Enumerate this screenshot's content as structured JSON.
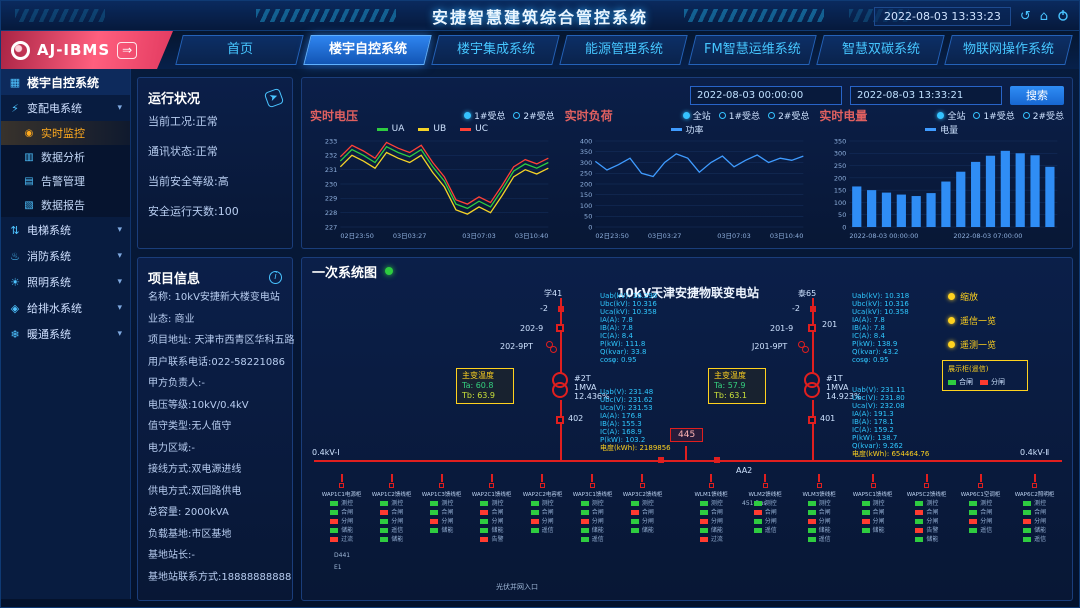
{
  "header": {
    "title": "安捷智慧建筑综合管控系统",
    "datetime": "2022-08-03 13:33:23"
  },
  "nav": {
    "logo": "AJ-IBMS",
    "logo_arrow": "⇒",
    "tabs": [
      {
        "label": "首页",
        "active": false
      },
      {
        "label": "楼宇自控系统",
        "active": true
      },
      {
        "label": "楼宇集成系统",
        "active": false
      },
      {
        "label": "能源管理系统",
        "active": false
      },
      {
        "label": "FM智慧运维系统",
        "active": false
      },
      {
        "label": "智慧双碳系统",
        "active": false
      },
      {
        "label": "物联网操作系统",
        "active": false
      }
    ]
  },
  "sidebar": {
    "root": "楼宇自控系统",
    "root_icon": "▦",
    "groups": [
      {
        "label": "变配电系统",
        "icon": "⚡",
        "icon_name": "power-distribution-icon",
        "caret": "▾",
        "children": [
          {
            "label": "实时监控",
            "icon": "◉",
            "icon_name": "realtime-monitor-icon",
            "active": true
          },
          {
            "label": "数据分析",
            "icon": "▥",
            "icon_name": "data-analysis-icon",
            "active": false
          },
          {
            "label": "告警管理",
            "icon": "▤",
            "icon_name": "alarm-management-icon",
            "active": false
          },
          {
            "label": "数据报告",
            "icon": "▧",
            "icon_name": "data-report-icon",
            "active": false
          }
        ]
      },
      {
        "label": "电梯系统",
        "icon": "⇅",
        "icon_name": "elevator-icon",
        "caret": "▾",
        "children": []
      },
      {
        "label": "消防系统",
        "icon": "♨",
        "icon_name": "fire-protection-icon",
        "caret": "▾",
        "children": []
      },
      {
        "label": "照明系统",
        "icon": "☀",
        "icon_name": "lighting-icon",
        "caret": "▾",
        "children": []
      },
      {
        "label": "给排水系统",
        "icon": "◈",
        "icon_name": "water-supply-icon",
        "caret": "▾",
        "children": []
      },
      {
        "label": "暖通系统",
        "icon": "❄",
        "icon_name": "hvac-icon",
        "caret": "▾",
        "children": []
      }
    ]
  },
  "status": {
    "title": "运行状况",
    "rows": [
      "当前工况:正常",
      "通讯状态:正常",
      "当前安全等级:高",
      "安全运行天数:100"
    ]
  },
  "filters": {
    "start": "2022-08-03 00:00:00",
    "end": "2022-08-03 13:33:21",
    "search_label": "搜索"
  },
  "charts": [
    {
      "title": "实时电压",
      "radios": [
        {
          "label": "1#受总",
          "selected": true
        },
        {
          "label": "2#受总",
          "selected": false
        }
      ],
      "legend": [
        {
          "label": "UA",
          "color": "#2ecc40"
        },
        {
          "label": "UB",
          "color": "#f5d327"
        },
        {
          "label": "UC",
          "color": "#ff4136"
        }
      ],
      "chart": {
        "type": "line",
        "ylim": [
          227,
          233
        ],
        "ystep": 1,
        "xticks": [
          "02日23:50",
          "03日03:27",
          "03日07:03",
          "03日10:40"
        ],
        "series": [
          {
            "name": "UA",
            "color": "#2ecc40",
            "values": [
              231.6,
              232.4,
              232.0,
              231.5,
              232.6,
              232.2,
              231.9,
              232.4,
              231.2,
              230.2,
              228.6,
              228.3,
              228.8,
              228.4,
              229.6,
              230.9,
              231.4,
              231.1,
              231.5
            ]
          },
          {
            "name": "UB",
            "color": "#f5d327",
            "values": [
              231.2,
              232.0,
              231.6,
              231.1,
              232.2,
              231.8,
              231.5,
              232.0,
              230.8,
              229.8,
              228.2,
              227.9,
              228.4,
              228.0,
              229.2,
              230.5,
              231.0,
              230.7,
              231.1
            ]
          },
          {
            "name": "UC",
            "color": "#ff4136",
            "values": [
              231.9,
              232.7,
              232.3,
              231.8,
              232.9,
              232.5,
              232.2,
              232.7,
              231.5,
              230.5,
              228.9,
              228.6,
              229.1,
              228.7,
              229.9,
              231.2,
              231.7,
              231.4,
              231.8
            ]
          }
        ]
      }
    },
    {
      "title": "实时负荷",
      "radios": [
        {
          "label": "全站",
          "selected": true
        },
        {
          "label": "1#受总",
          "selected": false
        },
        {
          "label": "2#受总",
          "selected": false
        }
      ],
      "legend": [
        {
          "label": "功率",
          "color": "#3f9bff"
        }
      ],
      "chart": {
        "type": "line",
        "ylim": [
          0,
          400
        ],
        "ystep": 50,
        "xticks": [
          "02日23:50",
          "03日03:27",
          "03日07:03",
          "03日10:40"
        ],
        "series": [
          {
            "name": "功率",
            "color": "#3f9bff",
            "values": [
              305,
              265,
              290,
              320,
              250,
              235,
              300,
              340,
              320,
              255,
              300,
              330,
              280,
              310,
              335,
              300,
              320,
              310,
              330
            ]
          }
        ]
      }
    },
    {
      "title": "实时电量",
      "radios": [
        {
          "label": "全站",
          "selected": true
        },
        {
          "label": "1#受总",
          "selected": false
        },
        {
          "label": "2#受总",
          "selected": false
        }
      ],
      "legend": [
        {
          "label": "电量",
          "color": "#3f9bff"
        }
      ],
      "chart": {
        "type": "bar",
        "ylim": [
          0,
          350
        ],
        "ystep": 50,
        "xticks": [
          "2022-08-03 00:00:00",
          "2022-08-03 07:00:00"
        ],
        "values": [
          165,
          150,
          140,
          132,
          126,
          138,
          185,
          225,
          265,
          290,
          310,
          300,
          292,
          245
        ],
        "color": "#2f8df5"
      }
    }
  ],
  "project": {
    "title": "项目信息",
    "rows": [
      "名称: 10kV安捷新大楼变电站",
      "业态: 商业",
      "项目地址: 天津市西青区华科五路",
      "用户联系电话:022-58221086",
      "甲方负责人:-",
      "电压等级:10kV/0.4kV",
      "值守类型:无人值守",
      "电力区域:-",
      "接线方式:双电源进线",
      "供电方式:双回路供电",
      "总容量: 2000kVA",
      "负载基地:市区基地",
      "基地站长:-",
      "基地站联系方式:18888888888"
    ]
  },
  "diagram": {
    "panel_title": "一次系统图",
    "station_title": "10kV天津安捷物联变电站",
    "incoming": {
      "left": "学41",
      "right": "泰65"
    },
    "nodes": {
      "l_disc": "-2",
      "l_brk": "202-9",
      "l_pt": "202-9PT",
      "l_lv": "402",
      "r_disc": "-2",
      "r_brk": "201-9",
      "r_brk2": "201",
      "r_pt": "J201-9PT",
      "r_lv": "401",
      "tie": "445",
      "aa2": "AA2",
      "bus_mid": "451-Bus"
    },
    "bus": {
      "left": "0.4kV-Ⅰ",
      "right": "0.4kV-Ⅱ"
    },
    "transformers": {
      "t2": {
        "name": "#2T",
        "cap": "1MVA",
        "imp": "12.436%"
      },
      "t1": {
        "name": "#1T",
        "cap": "1MVA",
        "imp": "14.923%"
      }
    },
    "temp_left": {
      "title": "主变温度",
      "ta": "Ta: 60.8",
      "tb": "Tb: 63.9"
    },
    "temp_right": {
      "title": "主变温度",
      "ta": "Ta: 57.9",
      "tb": "Tb: 63.1"
    },
    "meas_left": [
      "Uab(kV): 10.298",
      "Ubc(kV): 10.316",
      "Uca(kV): 10.358",
      "IA(A): 7.8",
      "IB(A): 7.8",
      "IC(A): 8.4",
      "P(kW): 111.8",
      "Q(kvar): 33.8",
      "cosφ: 0.95"
    ],
    "meas_right": [
      "Uab(kV): 10.318",
      "Ubc(kV): 10.316",
      "Uca(kV): 10.358",
      "IA(A): 7.8",
      "IB(A): 7.8",
      "IC(A): 8.4",
      "P(kW): 138.9",
      "Q(kvar): 43.2",
      "cosφ: 0.95"
    ],
    "meas_lv_left": [
      "Uab(V): 231.48",
      "Ubc(V): 231.62",
      "Uca(V): 231.53",
      "IA(A): 176.8",
      "IB(A): 155.3",
      "IC(A): 168.9",
      "P(kW): 103.2",
      "电度(kWh): 2189856"
    ],
    "meas_lv_right": [
      "Uab(V): 231.11",
      "Ubc(V): 231.80",
      "Uca(V): 232.08",
      "IA(A): 191.3",
      "IB(A): 178.1",
      "IC(A): 159.2",
      "P(kW): 138.7",
      "Q(kvar): 9.262",
      "电度(kWh): 654464.76"
    ],
    "controls": [
      {
        "label": "缩放"
      },
      {
        "label": "遥信一览"
      },
      {
        "label": "遥测一览"
      }
    ],
    "legend_box": {
      "title": "展示柜(遥信)",
      "items": [
        {
          "c": "g",
          "t": "合闸"
        },
        {
          "c": "r",
          "t": "分闸"
        }
      ]
    },
    "aux_labels": [
      "D441",
      "E1"
    ],
    "bottom_label": "光伏并网入口",
    "feeders_left": [
      {
        "name": "WAP1C1电源柜",
        "rows": [
          {
            "c": "g",
            "t": "测控"
          },
          {
            "c": "g",
            "t": "合闸"
          },
          {
            "c": "r",
            "t": "分闸"
          },
          {
            "c": "g",
            "t": "储能"
          },
          {
            "c": "r",
            "t": "过流"
          }
        ]
      },
      {
        "name": "WAP1C2馈线柜",
        "rows": [
          {
            "c": "g",
            "t": "测控"
          },
          {
            "c": "r",
            "t": "合闸"
          },
          {
            "c": "g",
            "t": "分闸"
          },
          {
            "c": "g",
            "t": "遥信"
          },
          {
            "c": "g",
            "t": "储能"
          }
        ]
      },
      {
        "name": "WAP1C3馈线柜",
        "rows": [
          {
            "c": "g",
            "t": "测控"
          },
          {
            "c": "g",
            "t": "合闸"
          },
          {
            "c": "r",
            "t": "分闸"
          },
          {
            "c": "g",
            "t": "储能"
          }
        ]
      },
      {
        "name": "WAP2C1馈线柜",
        "rows": [
          {
            "c": "g",
            "t": "测控"
          },
          {
            "c": "r",
            "t": "合闸"
          },
          {
            "c": "g",
            "t": "分闸"
          },
          {
            "c": "g",
            "t": "储能"
          },
          {
            "c": "r",
            "t": "告警"
          }
        ]
      },
      {
        "name": "WAP2C2电容柜",
        "rows": [
          {
            "c": "g",
            "t": "测控"
          },
          {
            "c": "g",
            "t": "合闸"
          },
          {
            "c": "r",
            "t": "分闸"
          },
          {
            "c": "g",
            "t": "遥信"
          }
        ]
      },
      {
        "name": "WAP3C1馈线柜",
        "rows": [
          {
            "c": "g",
            "t": "测控"
          },
          {
            "c": "g",
            "t": "合闸"
          },
          {
            "c": "r",
            "t": "分闸"
          },
          {
            "c": "g",
            "t": "储能"
          },
          {
            "c": "g",
            "t": "遥信"
          }
        ]
      },
      {
        "name": "WAP3C2馈线柜",
        "rows": [
          {
            "c": "g",
            "t": "测控"
          },
          {
            "c": "r",
            "t": "合闸"
          },
          {
            "c": "g",
            "t": "分闸"
          },
          {
            "c": "g",
            "t": "储能"
          }
        ]
      }
    ],
    "feeders_right": [
      {
        "name": "WLM1馈线柜",
        "rows": [
          {
            "c": "g",
            "t": "测控"
          },
          {
            "c": "g",
            "t": "合闸"
          },
          {
            "c": "r",
            "t": "分闸"
          },
          {
            "c": "g",
            "t": "储能"
          },
          {
            "c": "r",
            "t": "过流"
          }
        ]
      },
      {
        "name": "WLM2馈线柜",
        "rows": [
          {
            "c": "g",
            "t": "测控"
          },
          {
            "c": "r",
            "t": "合闸"
          },
          {
            "c": "g",
            "t": "分闸"
          },
          {
            "c": "g",
            "t": "遥信"
          }
        ]
      },
      {
        "name": "WLM3馈线柜",
        "rows": [
          {
            "c": "g",
            "t": "测控"
          },
          {
            "c": "g",
            "t": "合闸"
          },
          {
            "c": "r",
            "t": "分闸"
          },
          {
            "c": "g",
            "t": "储能"
          },
          {
            "c": "g",
            "t": "遥信"
          }
        ]
      },
      {
        "name": "WAP5C1馈线柜",
        "rows": [
          {
            "c": "g",
            "t": "测控"
          },
          {
            "c": "g",
            "t": "合闸"
          },
          {
            "c": "r",
            "t": "分闸"
          },
          {
            "c": "g",
            "t": "储能"
          }
        ]
      },
      {
        "name": "WAP5C2馈线柜",
        "rows": [
          {
            "c": "g",
            "t": "测控"
          },
          {
            "c": "r",
            "t": "合闸"
          },
          {
            "c": "g",
            "t": "分闸"
          },
          {
            "c": "r",
            "t": "告警"
          },
          {
            "c": "g",
            "t": "储能"
          }
        ]
      },
      {
        "name": "WAP6C1空调柜",
        "rows": [
          {
            "c": "g",
            "t": "测控"
          },
          {
            "c": "g",
            "t": "合闸"
          },
          {
            "c": "r",
            "t": "分闸"
          },
          {
            "c": "g",
            "t": "遥信"
          }
        ]
      },
      {
        "name": "WAP6C2照明柜",
        "rows": [
          {
            "c": "g",
            "t": "测控"
          },
          {
            "c": "g",
            "t": "合闸"
          },
          {
            "c": "r",
            "t": "分闸"
          },
          {
            "c": "g",
            "t": "储能"
          },
          {
            "c": "g",
            "t": "遥信"
          }
        ]
      }
    ]
  }
}
